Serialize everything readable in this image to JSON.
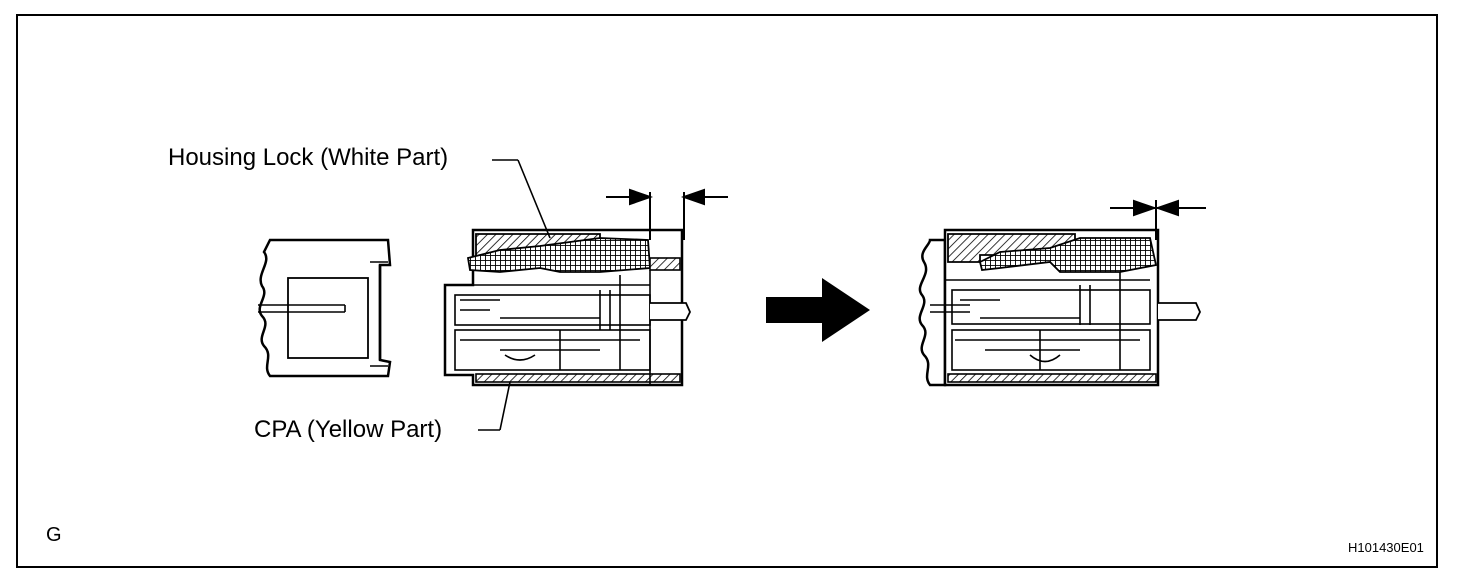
{
  "labels": {
    "housing_lock": "Housing Lock (White Part)",
    "cpa": "CPA (Yellow Part)"
  },
  "corner": {
    "left_code": "G",
    "figure_id": "H101430E01"
  }
}
